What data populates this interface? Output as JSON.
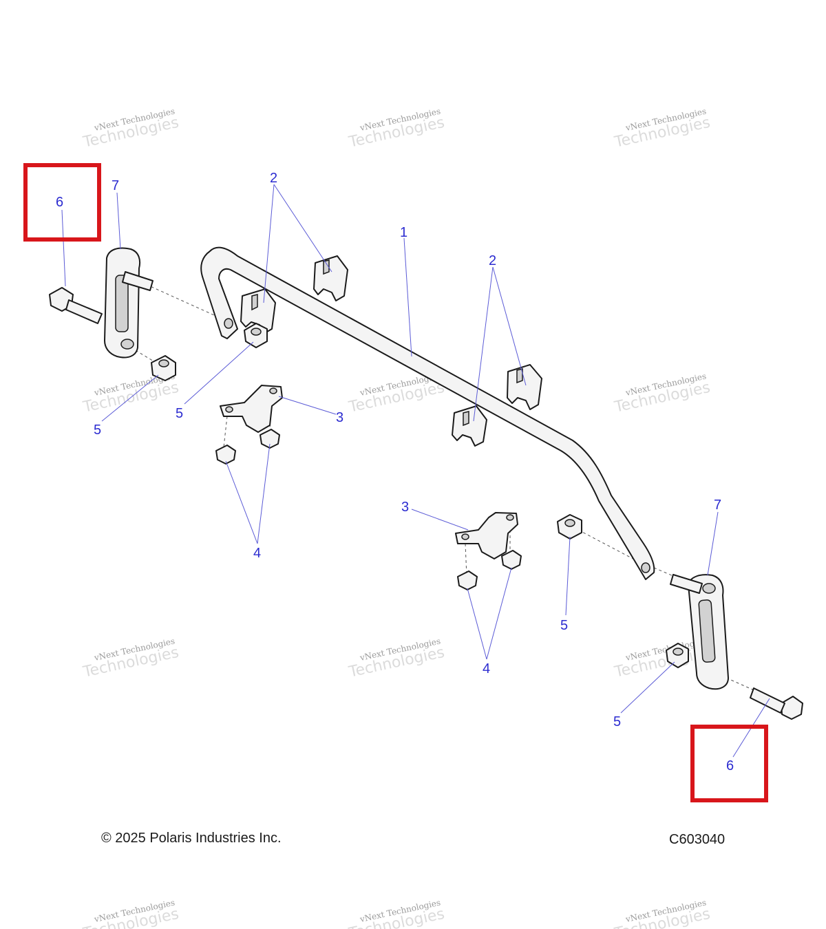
{
  "diagram": {
    "callouts": [
      {
        "id": "c1",
        "label": "1"
      },
      {
        "id": "c2a",
        "label": "2"
      },
      {
        "id": "c2b",
        "label": "2"
      },
      {
        "id": "c3a",
        "label": "3"
      },
      {
        "id": "c3b",
        "label": "3"
      },
      {
        "id": "c4a",
        "label": "4"
      },
      {
        "id": "c4b",
        "label": "4"
      },
      {
        "id": "c5a",
        "label": "5"
      },
      {
        "id": "c5b",
        "label": "5"
      },
      {
        "id": "c5c",
        "label": "5"
      },
      {
        "id": "c5d",
        "label": "5"
      },
      {
        "id": "c6a",
        "label": "6"
      },
      {
        "id": "c6b",
        "label": "6"
      },
      {
        "id": "c7a",
        "label": "7"
      },
      {
        "id": "c7b",
        "label": "7"
      }
    ],
    "highlight_color": "#d8161b",
    "callout_color": "#2b2bd0"
  },
  "watermark": {
    "line1": "vNext Technologies",
    "line2": "Technologies"
  },
  "footer": {
    "copyright": "© 2025 Polaris Industries Inc.",
    "figure_code": "C603040"
  }
}
